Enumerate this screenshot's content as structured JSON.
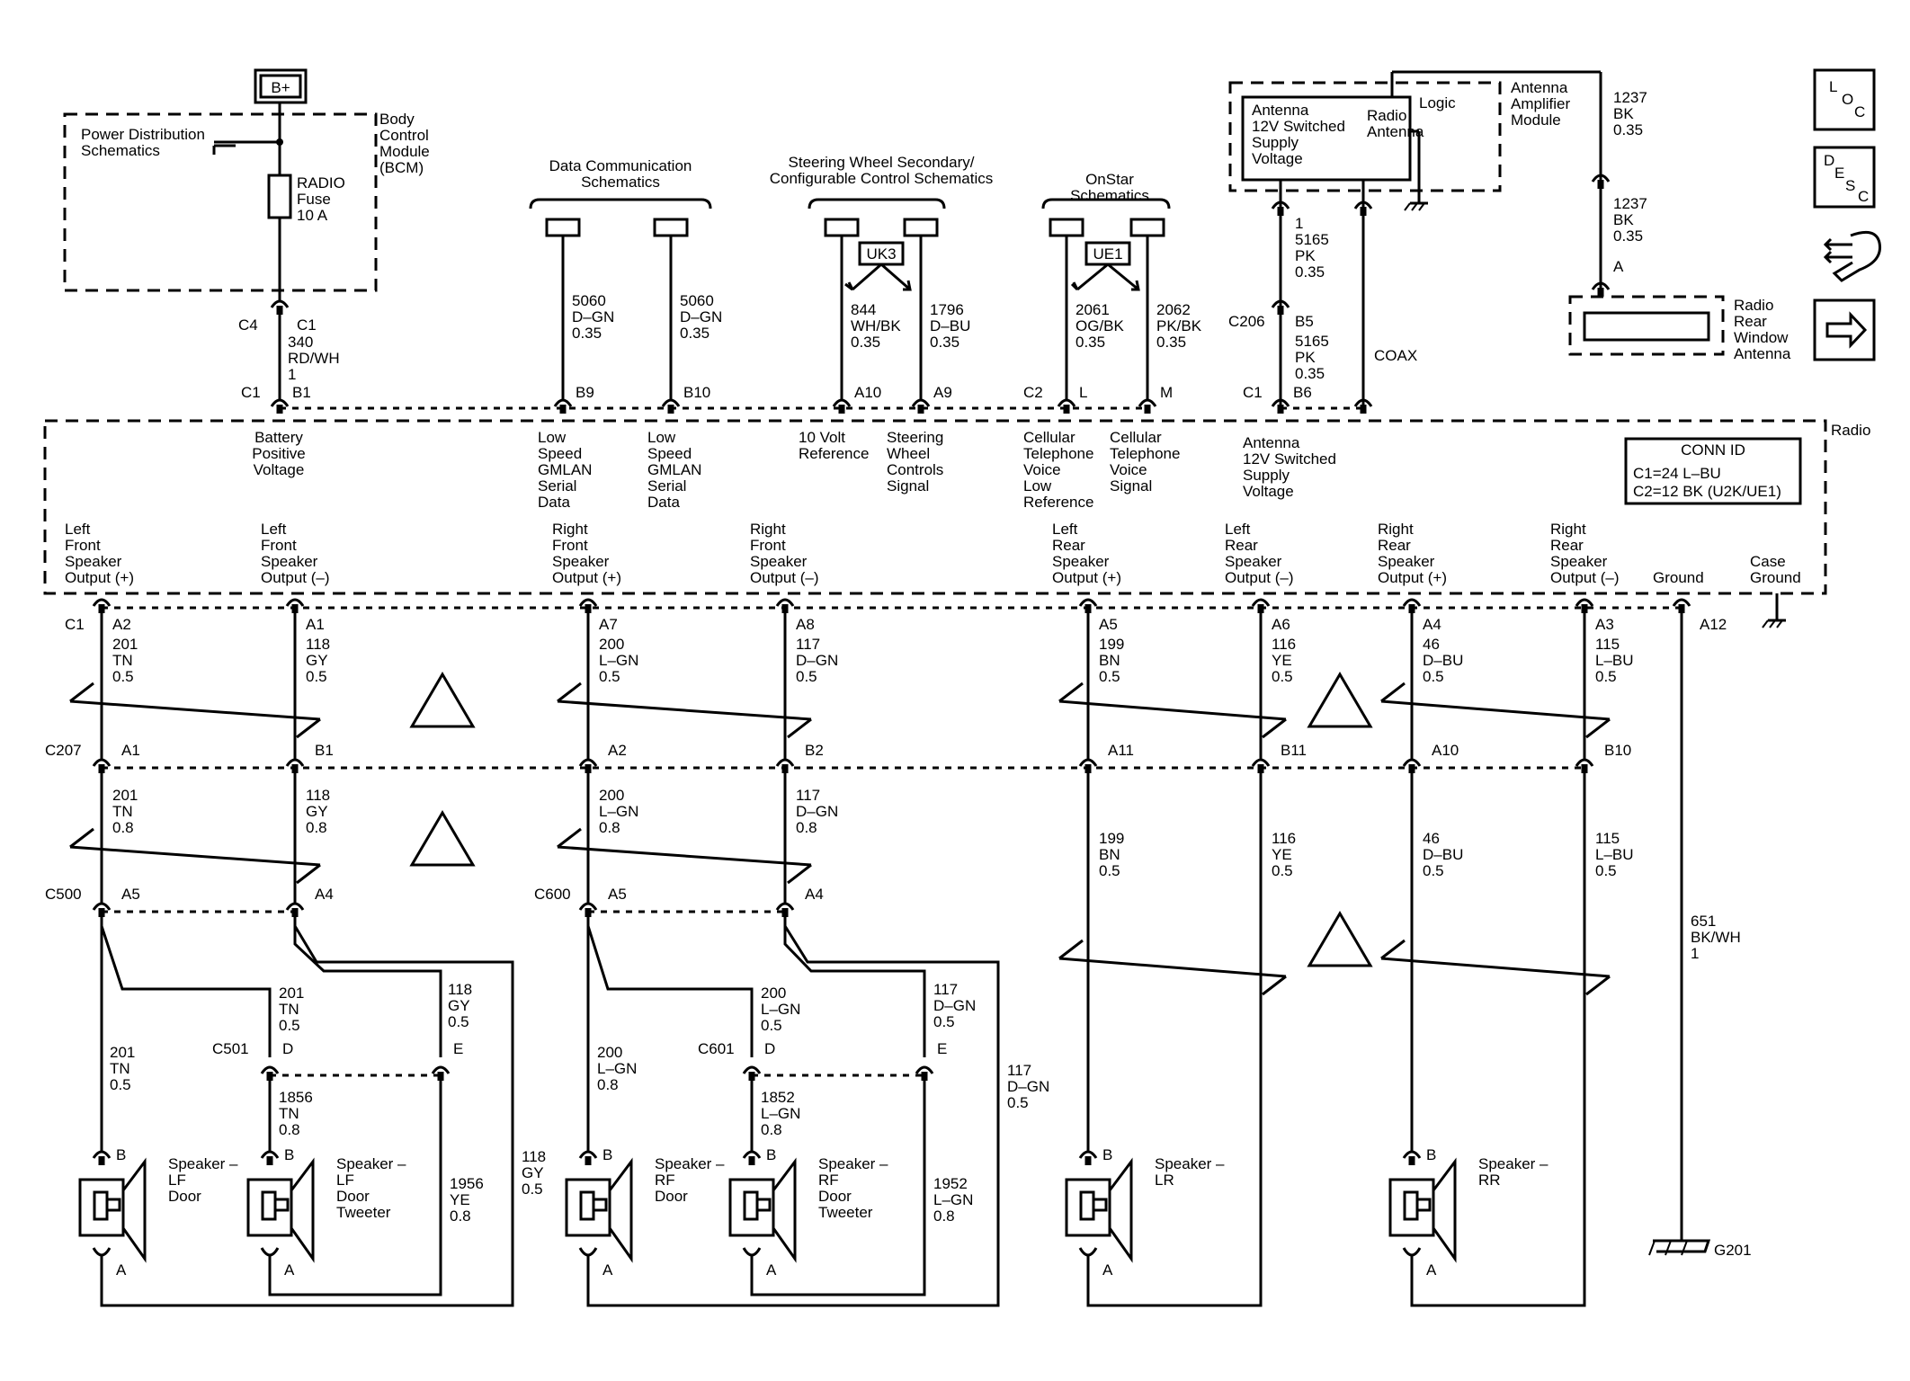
{
  "top": {
    "bplus": "B+",
    "bcm": [
      "Body",
      "Control",
      "Module",
      "(BCM)"
    ],
    "pds": [
      "Power Distribution",
      "Schematics"
    ],
    "fuse": [
      "RADIO",
      "Fuse",
      "10 A"
    ],
    "c4": "C4",
    "c1_bcm": "C1",
    "w340": [
      "340",
      "RD/WH",
      "1"
    ],
    "data_comm": [
      "Data Communication",
      "Schematics"
    ],
    "steering": [
      "Steering Wheel Secondary/",
      "Configurable Control Schematics"
    ],
    "onstar": [
      "OnStar",
      "Schematics"
    ],
    "uk3": "UK3",
    "ue1": "UE1",
    "w5060a": [
      "5060",
      "D–GN",
      "0.35"
    ],
    "w5060b": [
      "5060",
      "D–GN",
      "0.35"
    ],
    "w844": [
      "844",
      "WH/BK",
      "0.35"
    ],
    "w1796": [
      "1796",
      "D–BU",
      "0.35"
    ],
    "w2061": [
      "2061",
      "OG/BK",
      "0.35"
    ],
    "w2062": [
      "2062",
      "PK/BK",
      "0.35"
    ],
    "amp_module": [
      "Antenna",
      "Amplifier",
      "Module"
    ],
    "logic": "Logic",
    "amp_supply": [
      "Antenna",
      "12V Switched",
      "Supply",
      "Voltage"
    ],
    "radio_antenna": [
      "Radio",
      "Antenna"
    ],
    "w5165a": [
      "1",
      "5165",
      "PK",
      "0.35"
    ],
    "c206": "C206",
    "b5": "B5",
    "w5165b": [
      "5165",
      "PK",
      "0.35"
    ],
    "coax": "COAX",
    "w1237a": [
      "1237",
      "BK",
      "0.35"
    ],
    "w1237b": [
      "1237",
      "BK",
      "0.35"
    ],
    "pin_a_ant": "A",
    "rear_antenna": [
      "Radio",
      "Rear",
      "Window",
      "Antenna"
    ]
  },
  "radio": {
    "label": "Radio",
    "top_pins": {
      "c1": "C1",
      "b1": "B1",
      "b9": "B9",
      "b10": "B10",
      "a10": "A10",
      "a9": "A9",
      "c2": "C2",
      "l": "L",
      "m": "M",
      "c1b": "C1",
      "b6": "B6"
    },
    "top_labels": {
      "battery": [
        "Battery",
        "Positive",
        "Voltage"
      ],
      "gmlan1": [
        "Low",
        "Speed",
        "GMLAN",
        "Serial",
        "Data"
      ],
      "gmlan2": [
        "Low",
        "Speed",
        "GMLAN",
        "Serial",
        "Data"
      ],
      "ref10": [
        "10 Volt",
        "Reference"
      ],
      "swc": [
        "Steering",
        "Wheel",
        "Controls",
        "Signal"
      ],
      "cell_low": [
        "Cellular",
        "Telephone",
        "Voice",
        "Low",
        "Reference"
      ],
      "cell_sig": [
        "Cellular",
        "Telephone",
        "Voice",
        "Signal"
      ],
      "ant_supply": [
        "Antenna",
        "12V Switched",
        "Supply",
        "Voltage"
      ]
    },
    "conn_id": [
      "CONN ID",
      "C1=24 L–BU",
      "C2=12 BK (U2K/UE1)"
    ],
    "bottom_labels": {
      "lf_pos": [
        "Left",
        "Front",
        "Speaker",
        "Output (+)"
      ],
      "lf_neg": [
        "Left",
        "Front",
        "Speaker",
        "Output (–)"
      ],
      "rf_pos": [
        "Right",
        "Front",
        "Speaker",
        "Output (+)"
      ],
      "rf_neg": [
        "Right",
        "Front",
        "Speaker",
        "Output (–)"
      ],
      "lr_pos": [
        "Left",
        "Rear",
        "Speaker",
        "Output (+)"
      ],
      "lr_neg": [
        "Left",
        "Rear",
        "Speaker",
        "Output (–)"
      ],
      "rr_pos": [
        "Right",
        "Rear",
        "Speaker",
        "Output (+)"
      ],
      "rr_neg": [
        "Right",
        "Rear",
        "Speaker",
        "Output (–)"
      ],
      "ground": [
        "Ground"
      ],
      "case_ground": [
        "Case",
        "Ground"
      ]
    }
  },
  "bottom_pins": {
    "c1": "C1",
    "a2": "A2",
    "a1": "A1",
    "a7": "A7",
    "a8": "A8",
    "a5": "A5",
    "a6": "A6",
    "a4": "A4",
    "a3": "A3",
    "a12": "A12",
    "c207": "C207",
    "c207_a1": "A1",
    "c207_b1": "B1",
    "c207_a2": "A2",
    "c207_b2": "B2",
    "c207_a11": "A11",
    "c207_b11": "B11",
    "c207_a10": "A10",
    "c207_b10": "B10",
    "c500": "C500",
    "c500_a5": "A5",
    "c500_a4": "A4",
    "c600": "C600",
    "c600_a5": "A5",
    "c600_a4": "A4",
    "c501": "C501",
    "c501_d": "D",
    "c501_e": "E",
    "c601": "C601",
    "c601_d": "D",
    "c601_e": "E"
  },
  "wires": {
    "w201a": [
      "201",
      "TN",
      "0.5"
    ],
    "w118a": [
      "118",
      "GY",
      "0.5"
    ],
    "w200a": [
      "200",
      "L–GN",
      "0.5"
    ],
    "w117a": [
      "117",
      "D–GN",
      "0.5"
    ],
    "w199a": [
      "199",
      "BN",
      "0.5"
    ],
    "w116a": [
      "116",
      "YE",
      "0.5"
    ],
    "w46a": [
      "46",
      "D–BU",
      "0.5"
    ],
    "w115a": [
      "115",
      "L–BU",
      "0.5"
    ],
    "w201b": [
      "201",
      "TN",
      "0.8"
    ],
    "w118b": [
      "118",
      "GY",
      "0.8"
    ],
    "w200b": [
      "200",
      "L–GN",
      "0.8"
    ],
    "w117b": [
      "117",
      "D–GN",
      "0.8"
    ],
    "w199b": [
      "199",
      "BN",
      "0.5"
    ],
    "w116b": [
      "116",
      "YE",
      "0.5"
    ],
    "w46b": [
      "46",
      "D–BU",
      "0.5"
    ],
    "w115b": [
      "115",
      "L–BU",
      "0.5"
    ],
    "w651": [
      "651",
      "BK/WH",
      "1"
    ],
    "w201c": [
      "201",
      "TN",
      "0.5"
    ],
    "w118c": [
      "118",
      "GY",
      "0.5"
    ],
    "w201d": [
      "201",
      "TN",
      "0.5"
    ],
    "w1856": [
      "1856",
      "TN",
      "0.8"
    ],
    "w1956": [
      "1956",
      "YE",
      "0.8"
    ],
    "w118d": [
      "118",
      "GY",
      "0.5"
    ],
    "w200c": [
      "200",
      "L–GN",
      "0.5"
    ],
    "w117c": [
      "117",
      "D–GN",
      "0.5"
    ],
    "w200d": [
      "200",
      "L–GN",
      "0.8"
    ],
    "w1852": [
      "1852",
      "L–GN",
      "0.8"
    ],
    "w1952": [
      "1952",
      "L–GN",
      "0.8"
    ],
    "w117d": [
      "117",
      "D–GN",
      "0.5"
    ]
  },
  "speakers": {
    "lf_door": [
      "Speaker –",
      "LF",
      "Door"
    ],
    "lf_tweeter": [
      "Speaker –",
      "LF",
      "Door",
      "Tweeter"
    ],
    "rf_door": [
      "Speaker –",
      "RF",
      "Door"
    ],
    "rf_tweeter": [
      "Speaker –",
      "RF",
      "Door",
      "Tweeter"
    ],
    "lr": [
      "Speaker –",
      "LR"
    ],
    "rr": [
      "Speaker –",
      "RR"
    ],
    "pin_b": "B",
    "pin_a": "A"
  },
  "ground": "G201",
  "nav": {
    "loc": [
      "L",
      "O",
      "C"
    ],
    "desc": [
      "D",
      "E",
      "S",
      "C"
    ],
    "icons": [
      "loc-icon",
      "desc-icon",
      "connector-hand-icon",
      "next-arrow-icon"
    ]
  }
}
